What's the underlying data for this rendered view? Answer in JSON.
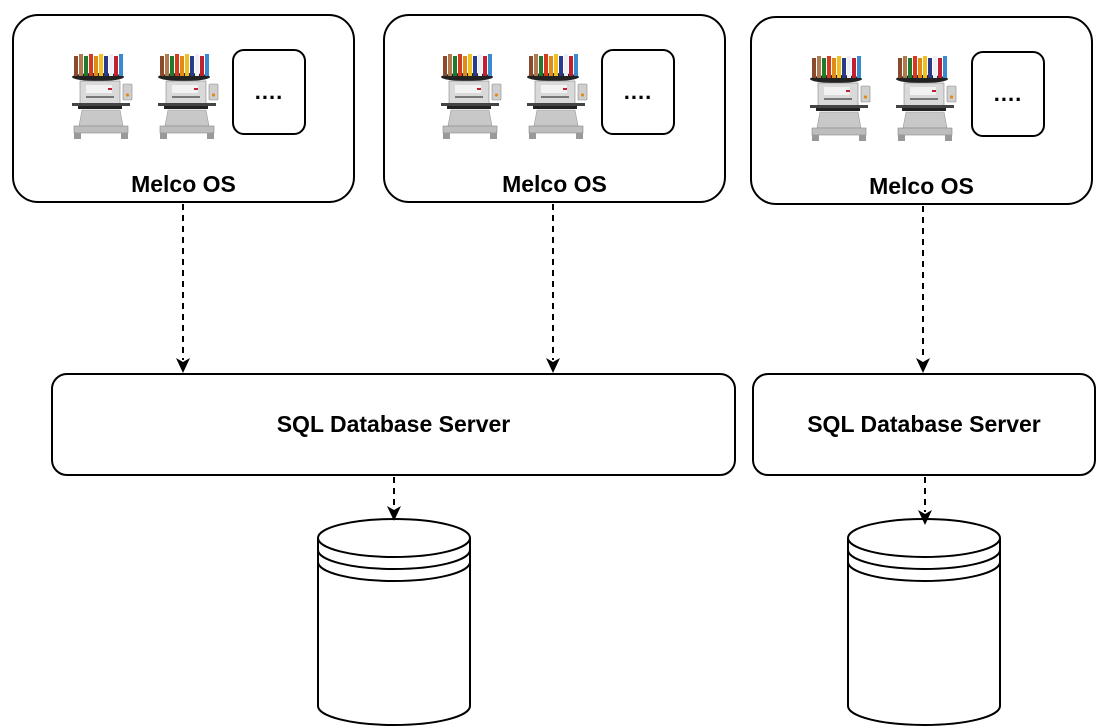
{
  "diagram": {
    "os_groups": [
      {
        "label": "Melco OS",
        "machines": [
          "embroidery-machine",
          "embroidery-machine"
        ],
        "more_label": "...."
      },
      {
        "label": "Melco OS",
        "machines": [
          "embroidery-machine",
          "embroidery-machine"
        ],
        "more_label": "...."
      },
      {
        "label": "Melco OS",
        "machines": [
          "embroidery-machine",
          "embroidery-machine"
        ],
        "more_label": "...."
      }
    ],
    "servers": [
      {
        "label": "SQL Database Server"
      },
      {
        "label": "SQL Database Server"
      }
    ],
    "databases": [
      {
        "icon": "database-cylinder"
      },
      {
        "icon": "database-cylinder"
      }
    ],
    "connections": [
      {
        "from": "os-group-1",
        "to": "server-1",
        "style": "dashed-arrow"
      },
      {
        "from": "os-group-2",
        "to": "server-1",
        "style": "dashed-arrow"
      },
      {
        "from": "os-group-3",
        "to": "server-2",
        "style": "dashed-arrow"
      },
      {
        "from": "server-1",
        "to": "database-1",
        "style": "dashed-arrow"
      },
      {
        "from": "server-2",
        "to": "database-2",
        "style": "dashed-arrow"
      }
    ]
  }
}
